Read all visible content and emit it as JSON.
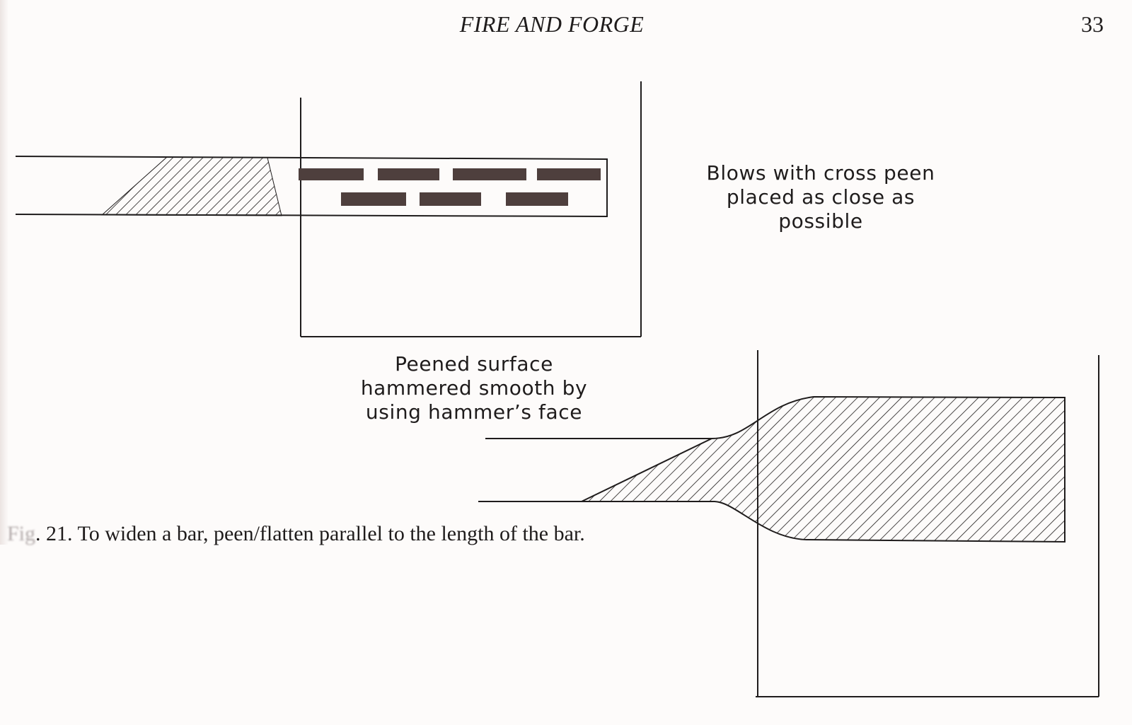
{
  "header": {
    "running_head": "FIRE AND FORGE",
    "page_number": "33"
  },
  "figure": {
    "label_top": "Blows with cross peen\nplaced as close as\npossible",
    "label_bottom": "Peened surface\nhammered smooth by\nusing hammer’s face",
    "blow_mark_color": "#4e3f3d",
    "line_color": "#1f1c1c"
  },
  "caption": {
    "prefix": "Fig",
    "text": ". 21. To widen a bar, peen/flatten parallel to the length of the bar."
  }
}
